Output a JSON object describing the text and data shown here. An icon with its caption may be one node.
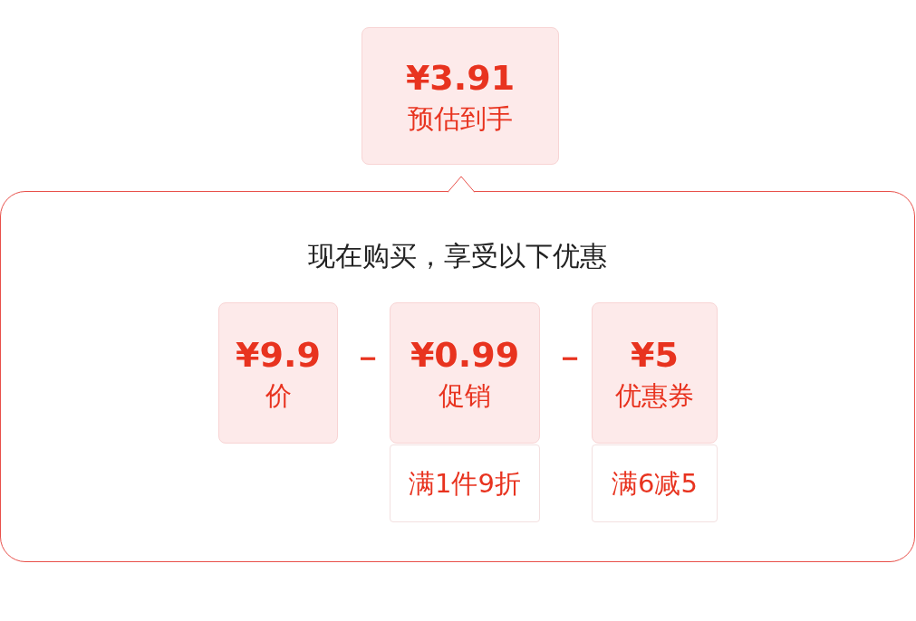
{
  "diagram": {
    "nodes": [
      {
        "text": [
          "¥3.91",
          "预估到手"
        ]
      },
      {
        "text": [
          "现在购买，享受以下优惠"
        ]
      },
      {
        "text": [
          "¥9.9",
          "价"
        ],
        "in": 1
      },
      {
        "text": [
          "¥0.99",
          "促销"
        ],
        "in": 1
      },
      {
        "text": [
          "¥5",
          "优惠券"
        ],
        "in": 1
      },
      {
        "text": [
          "满1件9折"
        ],
        "in": 1
      },
      {
        "text": [
          "满6减5"
        ],
        "in": 1
      }
    ],
    "edges": [],
    "labels": [
      "－",
      "－"
    ]
  }
}
